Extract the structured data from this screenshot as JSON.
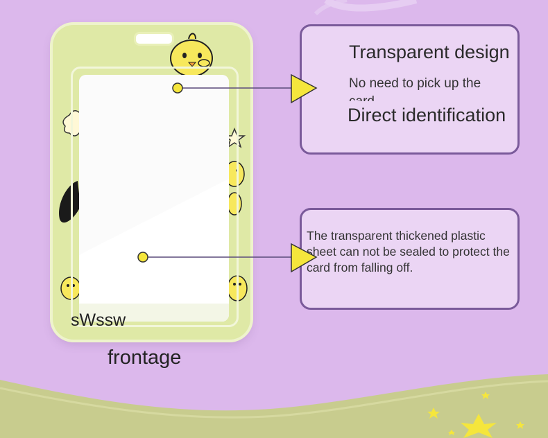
{
  "holder": {
    "brand_text": "sWssw",
    "caption": "frontage"
  },
  "callouts": [
    {
      "title": "Transparent design",
      "subtitle": "No need to pick up the card",
      "title2": "Direct identification"
    },
    {
      "text": "The transparent thickened plastic sheet can not be sealed to protect the card from falling off."
    }
  ],
  "colors": {
    "background": "#dcb8ec",
    "holder": "#dfe9a6",
    "callout_fill": "#ebd5f4",
    "callout_border": "#7a5a9a",
    "pointer_yellow": "#f5e63c",
    "ground": "#c8cc8e"
  }
}
